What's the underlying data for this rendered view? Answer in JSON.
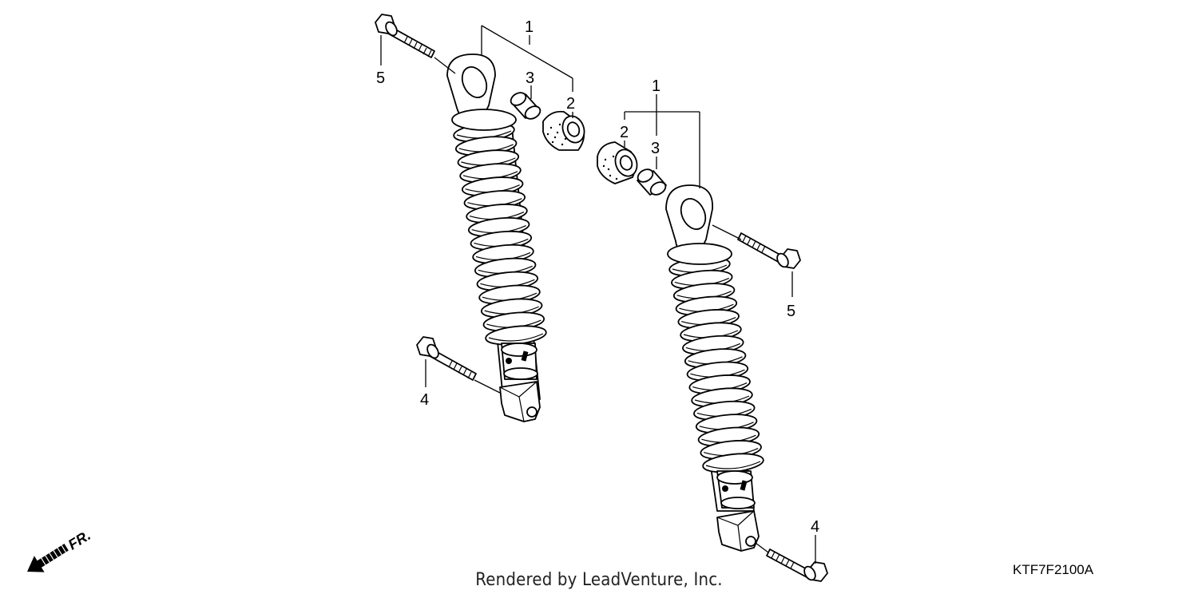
{
  "callouts": {
    "left_shock": "1",
    "left_bushing": "2",
    "left_collar": "3",
    "left_lower_bolt": "4",
    "left_upper_bolt": "5",
    "right_shock": "1",
    "right_bushing": "2",
    "right_collar": "3",
    "right_lower_bolt": "4",
    "right_upper_bolt": "5"
  },
  "direction_label": "FR.",
  "footer_text": "Rendered by LeadVenture, Inc.",
  "diagram_code": "KTF7F2100A"
}
